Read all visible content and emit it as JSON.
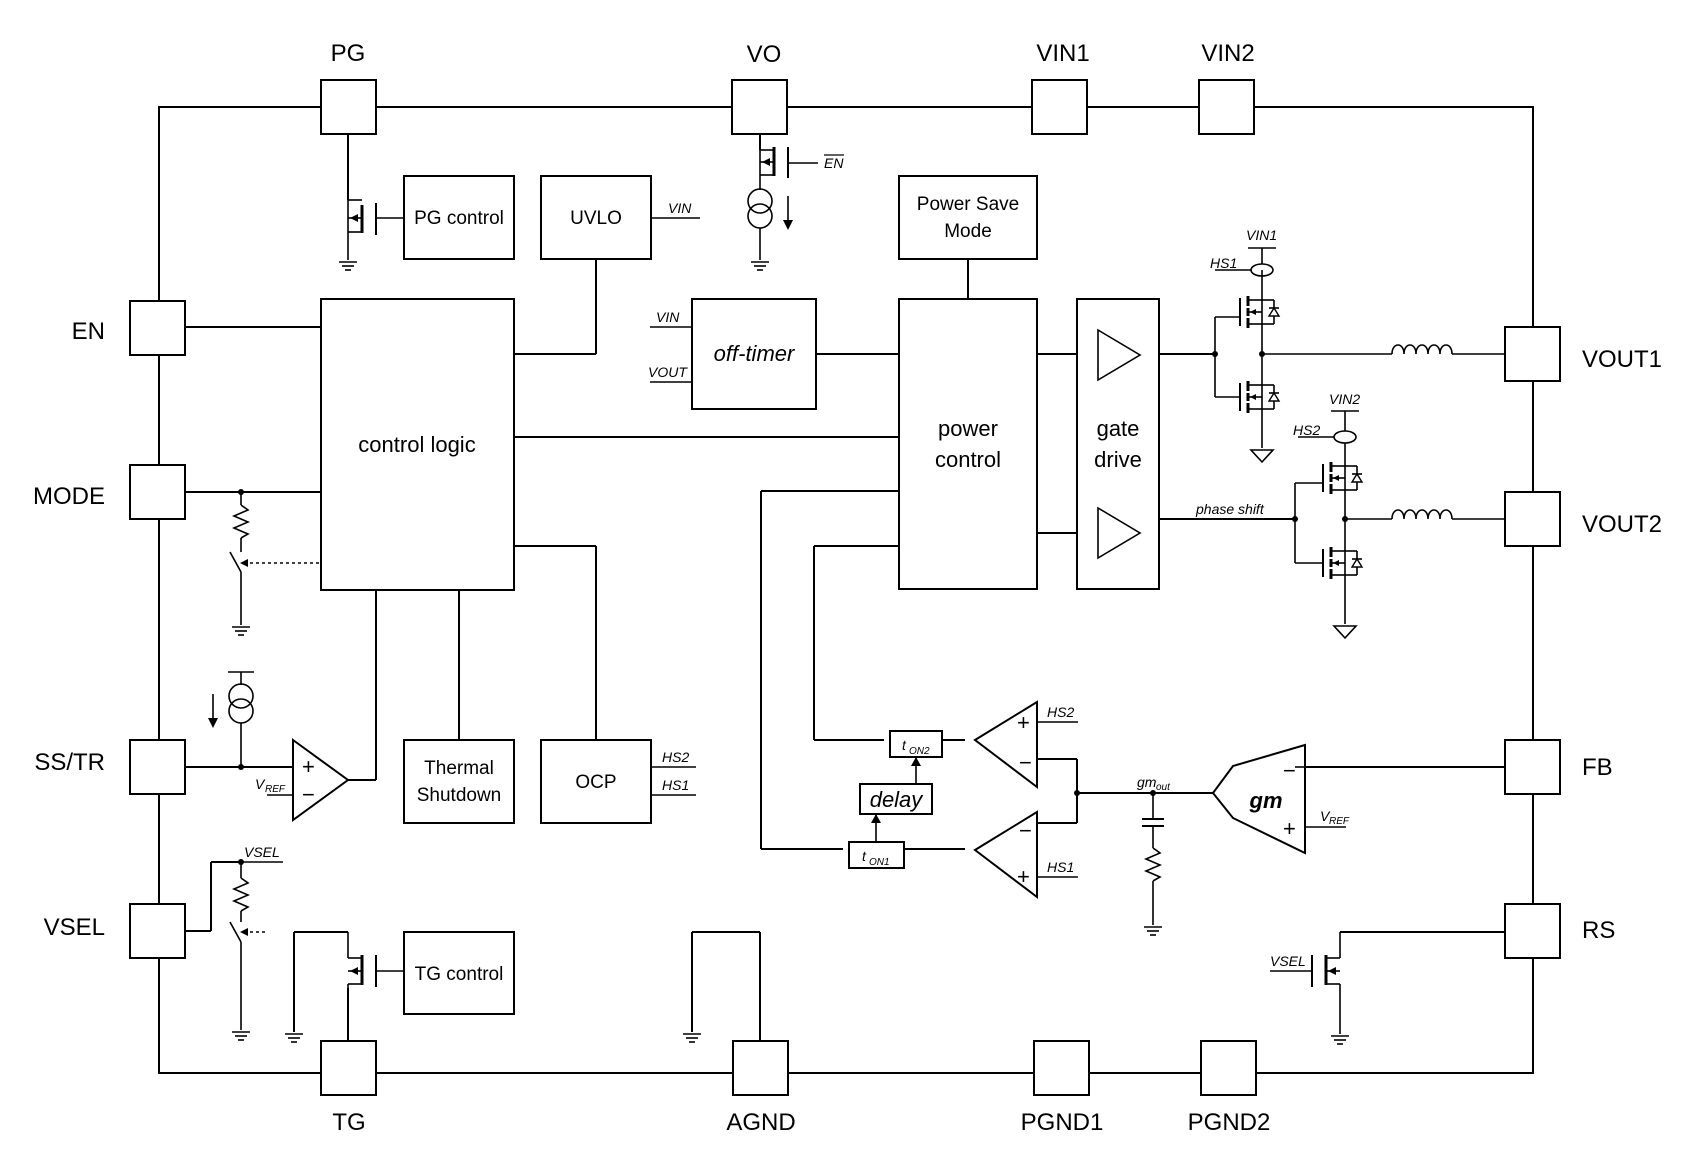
{
  "pins": {
    "pg": "PG",
    "vo": "VO",
    "vin1": "VIN1",
    "vin2": "VIN2",
    "en": "EN",
    "mode": "MODE",
    "sstr": "SS/TR",
    "vsel": "VSEL",
    "vout1": "VOUT1",
    "vout2": "VOUT2",
    "fb": "FB",
    "rs": "RS",
    "tg": "TG",
    "agnd": "AGND",
    "pgnd1": "PGND1",
    "pgnd2": "PGND2"
  },
  "blocks": {
    "pg_control": "PG control",
    "uvlo": "UVLO",
    "power_save_line1": "Power Save",
    "power_save_line2": "Mode",
    "off_timer": "off-timer",
    "control_logic": "control logic",
    "power_control_line1": "power",
    "power_control_line2": "control",
    "gate_drive_line1": "gate",
    "gate_drive_line2": "drive",
    "thermal_line1": "Thermal",
    "thermal_line2": "Shutdown",
    "ocp": "OCP",
    "tg_control": "TG control",
    "delay": "delay",
    "gm": "gm"
  },
  "signals": {
    "en_bar": "EN",
    "vin": "VIN",
    "vin_off": "VIN",
    "vout_off": "VOUT",
    "vin1": "VIN1",
    "vin2": "VIN2",
    "hs1_top": "HS1",
    "hs2_top": "HS2",
    "phase_shift": "phase shift",
    "hs2_comp": "HS2",
    "hs1_comp": "HS1",
    "hs2_ocp": "HS2",
    "hs1_ocp": "HS1",
    "gmout": "gm",
    "gmout_sub": "out",
    "vref_gm": "V",
    "vref_gm_sub": "REF",
    "vref_ss": "V",
    "vref_ss_sub": "REF",
    "vsel": "VSEL",
    "vsel_rs": "VSEL",
    "ton": "t",
    "ton1_sub": "ON1",
    "ton2_sub": "ON2",
    "plus": "+",
    "minus": "−"
  }
}
